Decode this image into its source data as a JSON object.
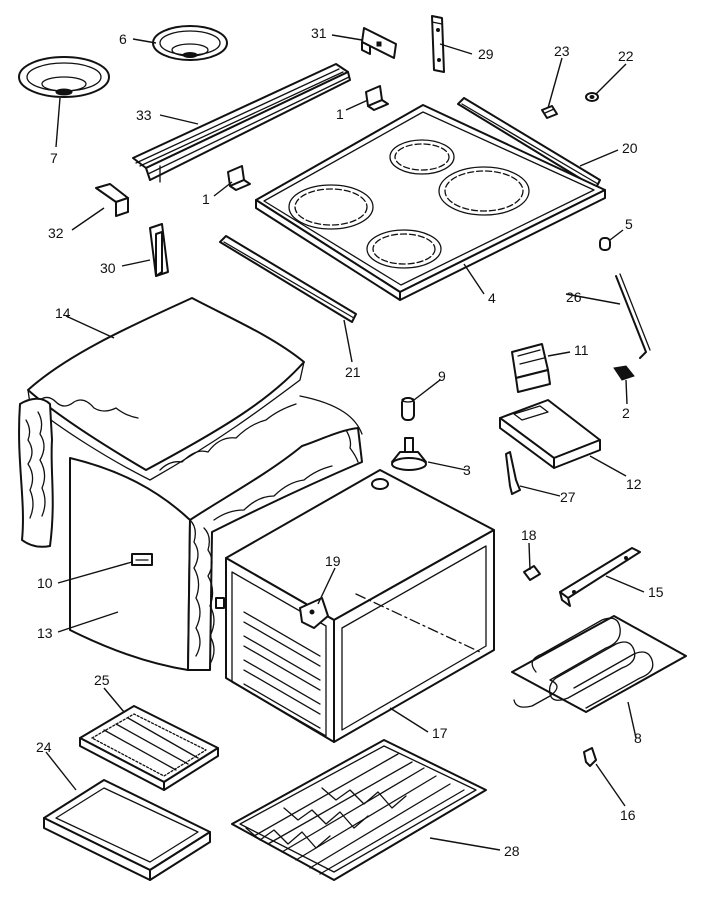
{
  "diagram": {
    "callouts": [
      {
        "id": "c31",
        "label": "31"
      },
      {
        "id": "c29",
        "label": "29"
      },
      {
        "id": "c6",
        "label": "6"
      },
      {
        "id": "c23",
        "label": "23"
      },
      {
        "id": "c22",
        "label": "22"
      },
      {
        "id": "c33",
        "label": "33"
      },
      {
        "id": "c1a",
        "label": "1"
      },
      {
        "id": "c7",
        "label": "7"
      },
      {
        "id": "c20",
        "label": "20"
      },
      {
        "id": "c1b",
        "label": "1"
      },
      {
        "id": "c32",
        "label": "32"
      },
      {
        "id": "c5",
        "label": "5"
      },
      {
        "id": "c30",
        "label": "30"
      },
      {
        "id": "c4",
        "label": "4"
      },
      {
        "id": "c26",
        "label": "26"
      },
      {
        "id": "c14",
        "label": "14"
      },
      {
        "id": "c21",
        "label": "21"
      },
      {
        "id": "c11",
        "label": "11"
      },
      {
        "id": "c9",
        "label": "9"
      },
      {
        "id": "c2",
        "label": "2"
      },
      {
        "id": "c3",
        "label": "3"
      },
      {
        "id": "c12",
        "label": "12"
      },
      {
        "id": "c27",
        "label": "27"
      },
      {
        "id": "c18",
        "label": "18"
      },
      {
        "id": "c19",
        "label": "19"
      },
      {
        "id": "c15",
        "label": "15"
      },
      {
        "id": "c10",
        "label": "10"
      },
      {
        "id": "c13",
        "label": "13"
      },
      {
        "id": "c25",
        "label": "25"
      },
      {
        "id": "c17",
        "label": "17"
      },
      {
        "id": "c8",
        "label": "8"
      },
      {
        "id": "c24",
        "label": "24"
      },
      {
        "id": "c16",
        "label": "16"
      },
      {
        "id": "c28",
        "label": "28"
      }
    ]
  }
}
